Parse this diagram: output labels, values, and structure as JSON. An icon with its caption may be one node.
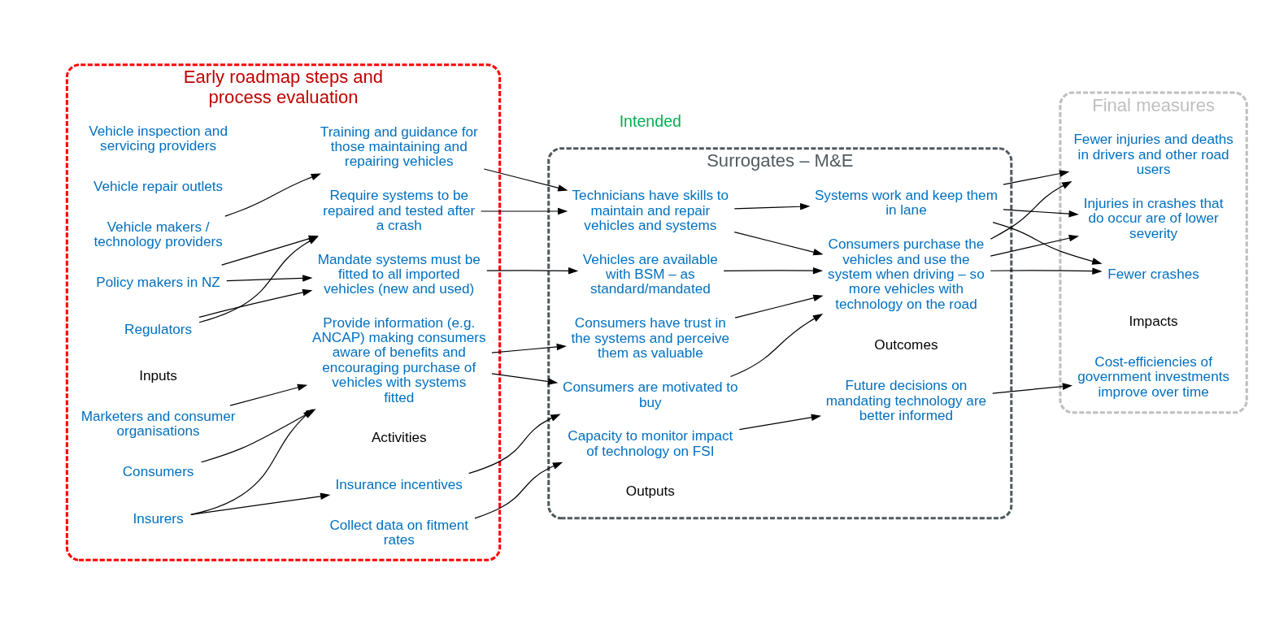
{
  "diagram": {
    "nodes": [
      {
        "text": [
          "Early roadmap steps and process evaluation"
        ]
      },
      {
        "text": [
          "Regulators"
        ],
        "in": 0
      },
      {
        "text": [
          "Policy makers in NZ"
        ],
        "in": 0
      },
      {
        "text": [
          "Vehicle makers / technology providers"
        ],
        "in": 0
      },
      {
        "text": [
          "Vehicle repair outlets"
        ],
        "in": 0
      },
      {
        "text": [
          "Vehicle inspection and servicing providers"
        ],
        "in": 0
      },
      {
        "text": [
          "Marketers and consumer organisations"
        ],
        "in": 0
      },
      {
        "text": [
          "Consumers"
        ],
        "in": 0
      },
      {
        "text": [
          "Insurers"
        ],
        "in": 0
      },
      {
        "text": [
          "Mandate systems must be fitted to all imported vehicles (new and used)"
        ],
        "in": 0
      },
      {
        "text": [
          "Collect data on fitment rates"
        ],
        "in": 0
      },
      {
        "text": [
          "Require systems to be repaired and tested after a crash"
        ],
        "in": 0
      },
      {
        "text": [
          "Training and guidance for those maintaining and repairing vehicles"
        ],
        "in": 0
      },
      {
        "text": [
          "Provide information (e.g. ANCAP) making consumers aware of benefits and encouraging purchase of vehicles with systems fitted"
        ],
        "in": 0
      },
      {
        "text": [
          "Insurance incentives"
        ],
        "in": 0
      },
      {
        "text": [
          "Surrogates – M&E"
        ]
      },
      {
        "text": [
          "Vehicles are available with BSM – as standard/mandated"
        ],
        "in": 15
      },
      {
        "text": [
          "Capacity to monitor impact of technology on FSI"
        ],
        "in": 15
      },
      {
        "text": [
          "Technicians have skills to maintain and repair vehicles and systems"
        ],
        "in": 15
      },
      {
        "text": [
          "Consumers have trust in the systems and perceive them as valuable"
        ],
        "in": 15
      },
      {
        "text": [
          "Consumers are motivated to buy"
        ],
        "in": 15
      },
      {
        "text": [
          "Consumers purchase the vehicles and use the system when driving – so more vehicles with technology on the road"
        ],
        "in": 15
      },
      {
        "text": [
          "Systems work and keep them in lane"
        ],
        "in": 15
      },
      {
        "text": [
          "Future decisions on mandating technology are better informed"
        ],
        "in": 15
      },
      {
        "text": [
          "Final measures"
        ]
      },
      {
        "text": [
          "Fewer crashes"
        ],
        "in": 24
      },
      {
        "text": [
          "Fewer injuries and deaths in drivers and other road users"
        ],
        "in": 24
      },
      {
        "text": [
          "Injuries in crashes that do occur are of lower severity"
        ],
        "in": 24
      },
      {
        "text": [
          "Cost-efficiencies of government investments improve over time"
        ],
        "in": 24
      }
    ],
    "edges": [
      {
        "from": 1,
        "to": 9,
        "arrow": "to"
      },
      {
        "from": 2,
        "to": 9,
        "arrow": "to"
      },
      {
        "from": 1,
        "to": 11,
        "arrow": "to"
      },
      {
        "from": 2,
        "to": 11,
        "arrow": "to"
      },
      {
        "from": 3,
        "to": 12,
        "arrow": "to"
      },
      {
        "from": 6,
        "to": 13,
        "arrow": "to"
      },
      {
        "from": 7,
        "to": 13,
        "arrow": "to"
      },
      {
        "from": 8,
        "to": 13,
        "arrow": "to"
      },
      {
        "from": 8,
        "to": 14,
        "arrow": "to"
      },
      {
        "from": 9,
        "to": 16,
        "arrow": "to"
      },
      {
        "from": 10,
        "to": 17,
        "arrow": "to"
      },
      {
        "from": 11,
        "to": 18,
        "arrow": "to"
      },
      {
        "from": 12,
        "to": 18,
        "arrow": "to"
      },
      {
        "from": 13,
        "to": 19,
        "arrow": "to"
      },
      {
        "from": 13,
        "to": 20,
        "arrow": "to"
      },
      {
        "from": 14,
        "to": 20,
        "arrow": "to"
      },
      {
        "from": 16,
        "to": 21,
        "arrow": "to"
      },
      {
        "from": 17,
        "to": 23,
        "arrow": "to"
      },
      {
        "from": 18,
        "to": 22,
        "arrow": "to"
      },
      {
        "from": 18,
        "to": 21,
        "arrow": "to"
      },
      {
        "from": 19,
        "to": 21,
        "arrow": "to"
      },
      {
        "from": 20,
        "to": 21,
        "arrow": "to"
      },
      {
        "from": 21,
        "to": 25,
        "arrow": "to"
      },
      {
        "from": 21,
        "to": 26,
        "arrow": "to"
      },
      {
        "from": 21,
        "to": 27,
        "arrow": "to"
      },
      {
        "from": 22,
        "to": 25,
        "arrow": "to"
      },
      {
        "from": 22,
        "to": 26,
        "arrow": "to"
      },
      {
        "from": 22,
        "to": 27,
        "arrow": "to"
      },
      {
        "from": 23,
        "to": 28,
        "arrow": "to"
      }
    ],
    "labels": [
      "Intended",
      "Inputs",
      "Activities",
      "Outputs",
      "Outcomes",
      "Impacts"
    ]
  }
}
